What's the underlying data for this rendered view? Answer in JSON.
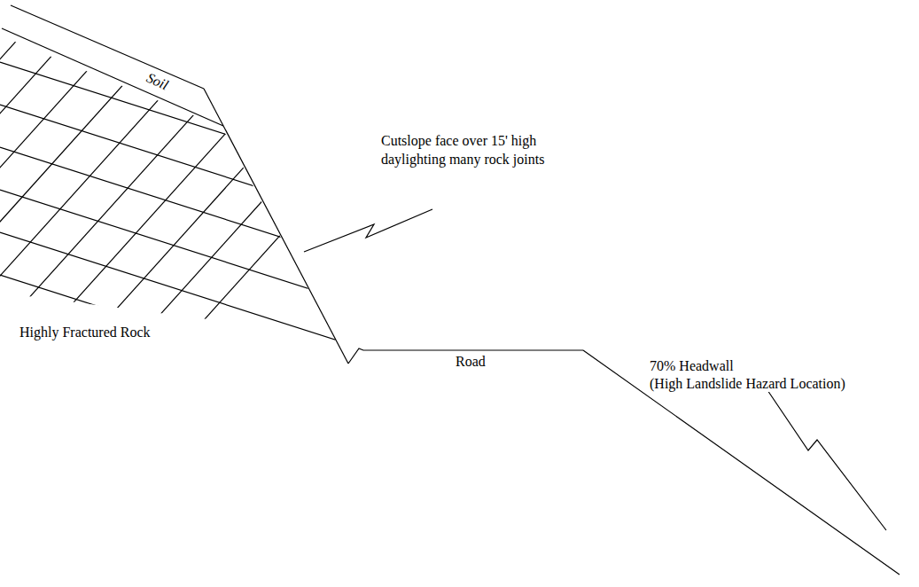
{
  "diagram": {
    "labels": [
      "Soil",
      "Cutslope face over 15' high",
      "daylighting many rock joints",
      "Highly Fractured Rock",
      "Road",
      "70% Headwall",
      "(High Landslide Hazard Location)"
    ]
  }
}
